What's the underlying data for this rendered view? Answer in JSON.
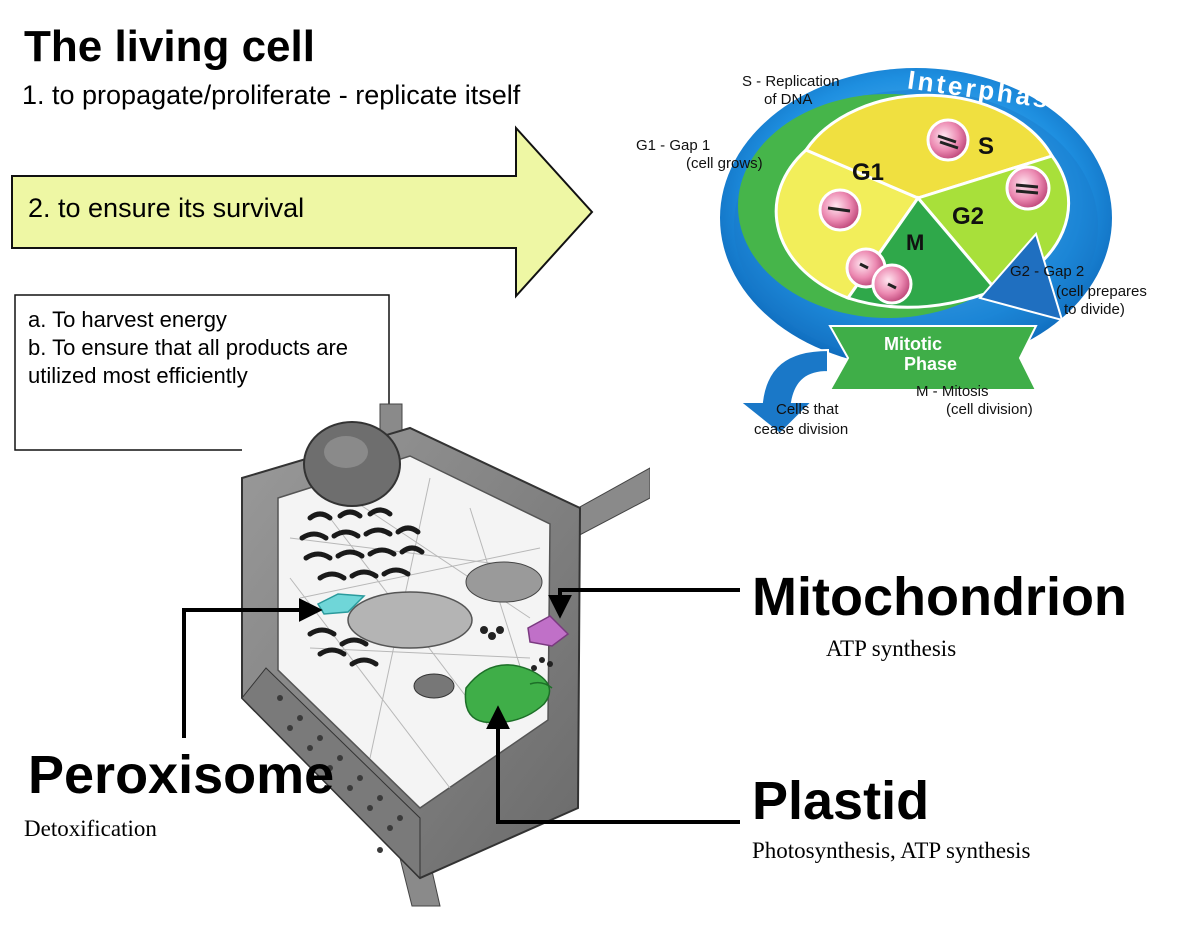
{
  "title": "The living cell",
  "goals": {
    "point1": "1. to propagate/proliferate - replicate itself",
    "point2": "2. to ensure its survival",
    "sub_a": "a. To harvest energy",
    "sub_b": "b. To ensure that all products are utilized most efficiently"
  },
  "cell_cycle": {
    "ring_label": "Interphase",
    "phases": {
      "g1": "G1",
      "s": "S",
      "g2": "G2",
      "m": "M"
    },
    "mitotic_line1": "Mitotic",
    "mitotic_line2": "Phase",
    "labels": {
      "s_line1": "S - Replication",
      "s_line2": "of DNA",
      "g1_line1": "G1 - Gap 1",
      "g1_line2": "(cell grows)",
      "g2_line1": "G2 - Gap 2",
      "g2_line2": "(cell prepares",
      "g2_line3": "to divide)",
      "m_line1": "M - Mitosis",
      "m_line2": "(cell division)",
      "cease_line1": "Cells that",
      "cease_line2": "cease division"
    },
    "colors": {
      "ring": "#1e8fe0",
      "g1": "#f2ee5a",
      "s": "#f0e040",
      "g2": "#a8e03a",
      "m": "#2fa84a",
      "chromosome": "#e87aa8"
    }
  },
  "organelles": {
    "mitochondrion": {
      "name": "Mitochondrion",
      "function": "ATP synthesis",
      "color": "#c070c8"
    },
    "peroxisome": {
      "name": "Peroxisome",
      "function": "Detoxification",
      "color": "#6fd6d8"
    },
    "plastid": {
      "name": "Plastid",
      "function": "Photosynthesis, ATP synthesis",
      "color": "#3fae48"
    }
  },
  "colors": {
    "arrow_fill": "#eef7a4"
  }
}
